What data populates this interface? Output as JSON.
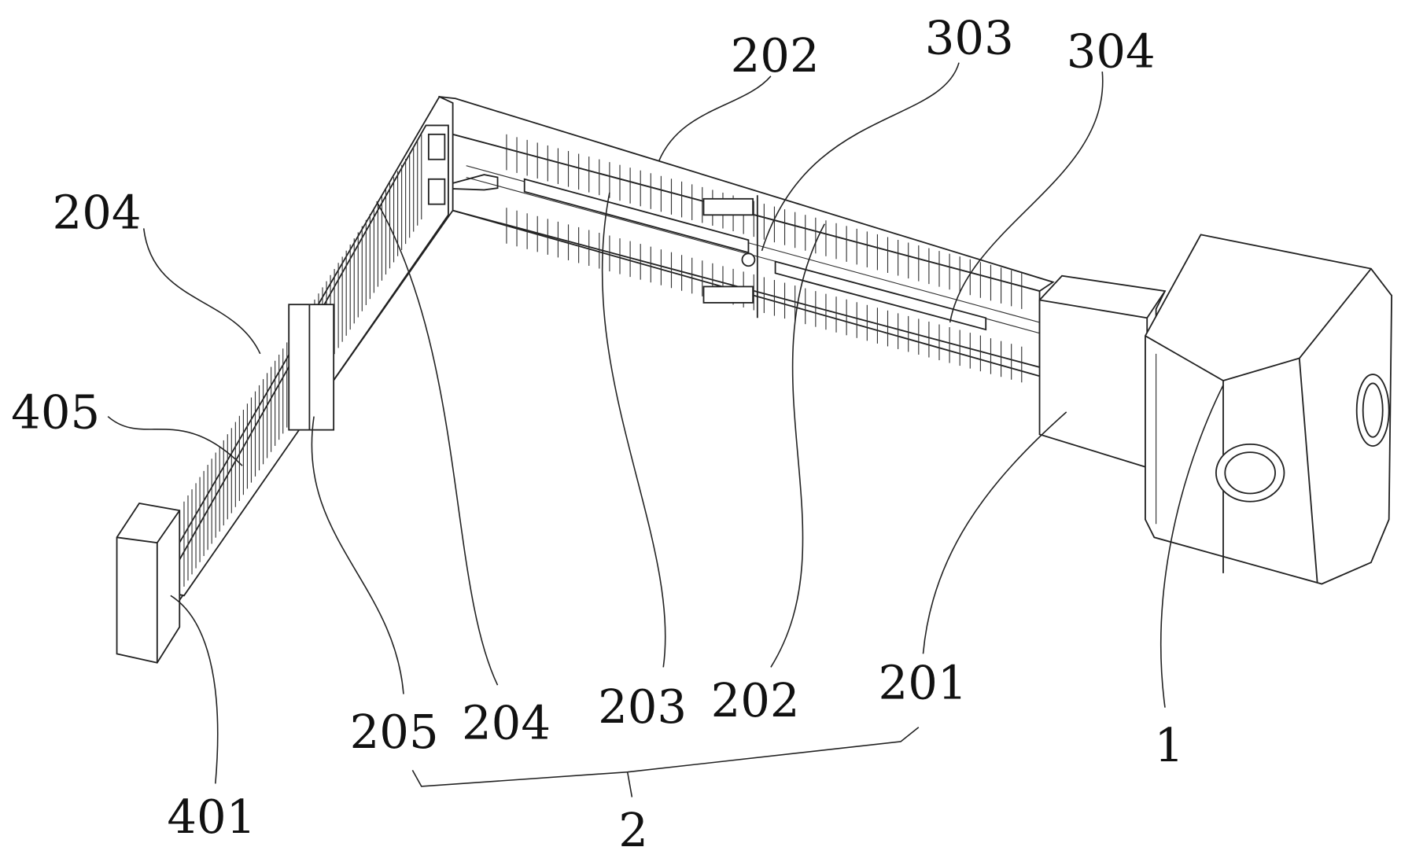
{
  "figure": {
    "labels": {
      "l202_top": "202",
      "l303": "303",
      "l304": "304",
      "l204_left": "204",
      "l405": "405",
      "l205": "205",
      "l204_bottom": "204",
      "l203": "203",
      "l202_bottom": "202",
      "l201": "201",
      "l1": "1",
      "l401": "401",
      "l2": "2"
    }
  }
}
